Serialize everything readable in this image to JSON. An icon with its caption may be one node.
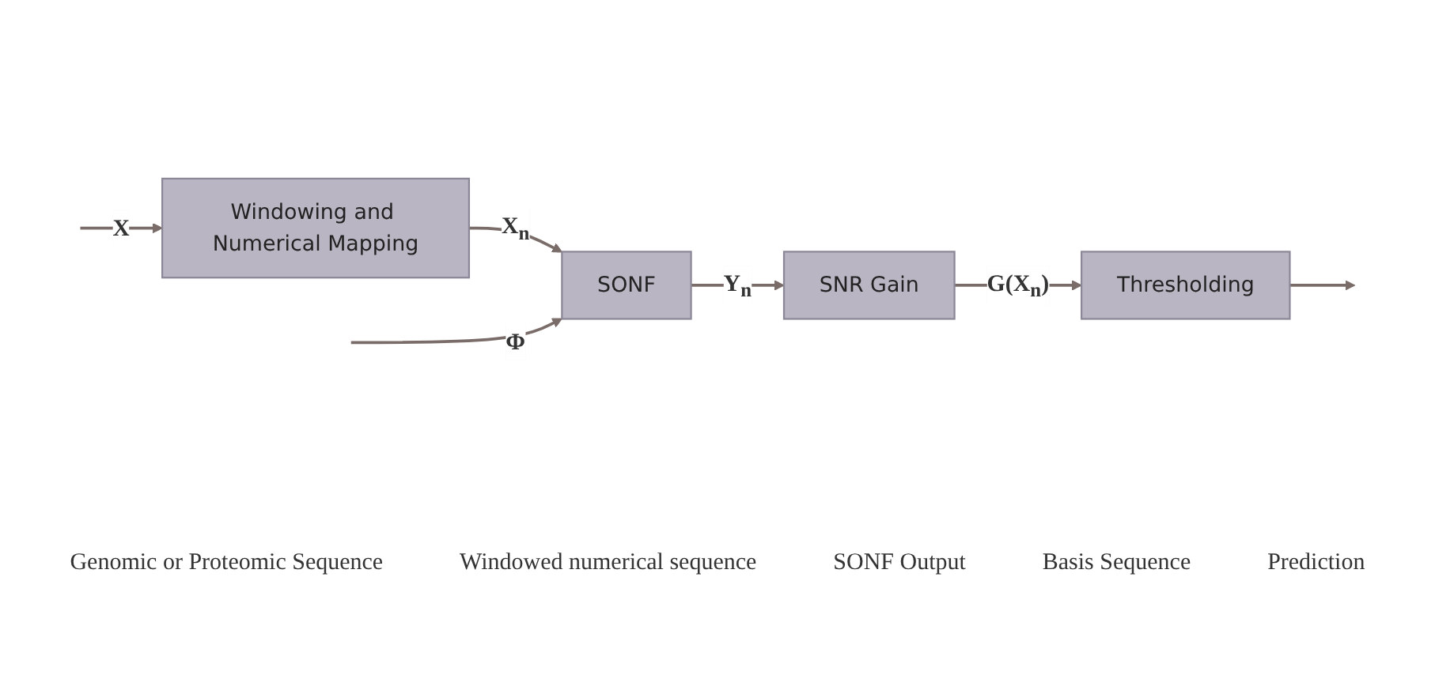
{
  "diagram": {
    "nodes": [
      {
        "text": [
          "Windowing and Numerical Mapping"
        ]
      },
      {
        "text": [
          "SONF"
        ]
      },
      {
        "text": [
          "SNR Gain"
        ]
      },
      {
        "text": [
          "Thresholding"
        ]
      }
    ],
    "edges": [
      {
        "from": null,
        "to": 0,
        "arrow": "to",
        "label": "X"
      },
      {
        "from": 0,
        "to": 1,
        "arrow": "to",
        "label": "X$_{n}$"
      },
      {
        "from": null,
        "to": 1,
        "arrow": "to",
        "label": "Φ"
      },
      {
        "from": 1,
        "to": 2,
        "arrow": "to",
        "label": "Y$_{n}$"
      },
      {
        "from": 2,
        "to": 3,
        "arrow": "to",
        "label": "G(X$_{n}$)"
      },
      {
        "from": 3,
        "to": null,
        "arrow": "to"
      }
    ],
    "labels": [
      "Genomic or Proteomic Sequence",
      "Windowed numerical sequence",
      "SONF Output",
      "Basis Sequence",
      "Prediction"
    ]
  }
}
